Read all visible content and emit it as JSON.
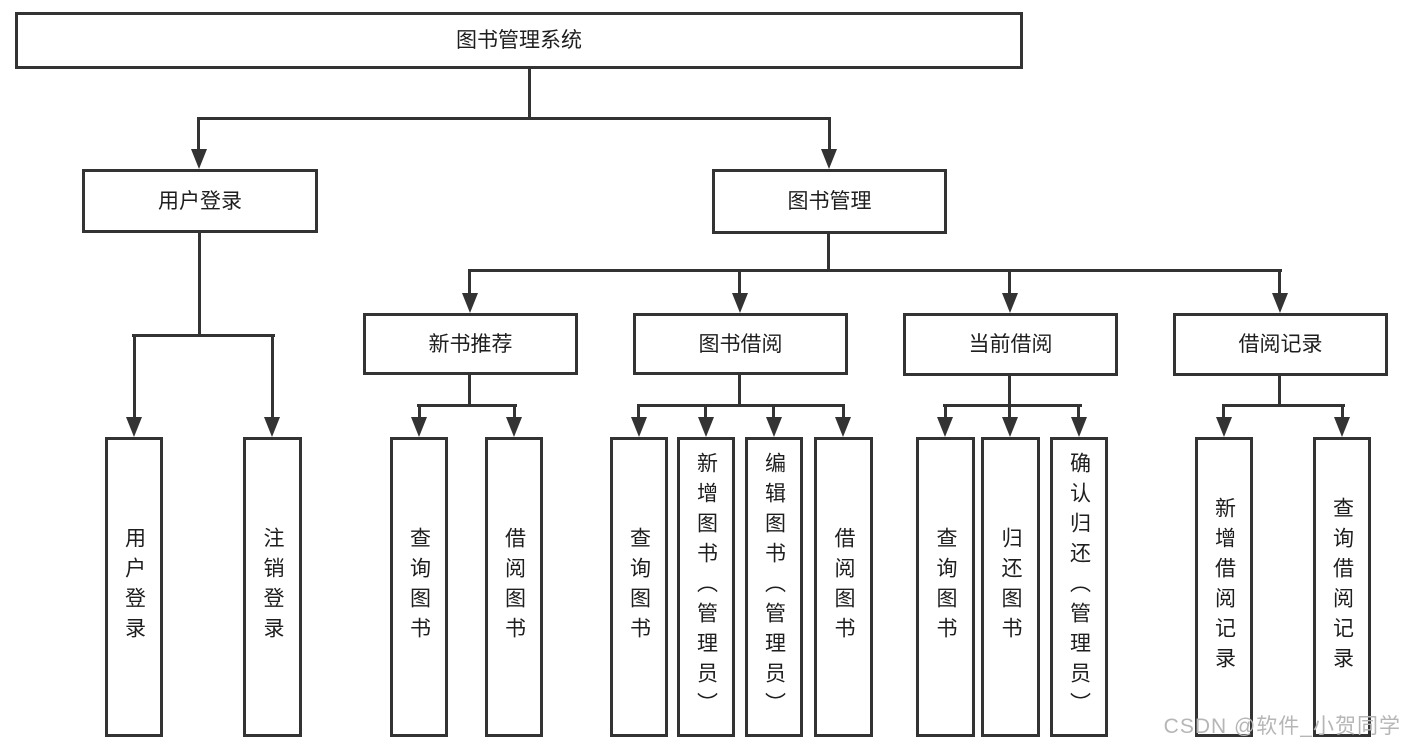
{
  "nodes": {
    "root": "图书管理系统",
    "userLogin": "用户登录",
    "bookManagement": "图书管理",
    "newBookRecommend": "新书推荐",
    "bookBorrow": "图书借阅",
    "currentBorrow": "当前借阅",
    "borrowRecords": "借阅记录"
  },
  "leaves": {
    "userLogin": [
      "用户登录",
      "注销登录"
    ],
    "newBookRecommend": [
      "查询图书",
      "借阅图书"
    ],
    "bookBorrow": [
      "查询图书",
      "新增图书（管理员）",
      "编辑图书（管理员）",
      "借阅图书"
    ],
    "currentBorrow": [
      "查询图书",
      "归还图书",
      "确认归还（管理员）"
    ],
    "borrowRecords": [
      "新增借阅记录",
      "查询借阅记录"
    ]
  },
  "watermark": "CSDN @软件_小贺同学",
  "colors": {
    "line": "#333333",
    "text": "#1e1e1e",
    "watermark": "#b6b6b6",
    "background": "#ffffff"
  }
}
